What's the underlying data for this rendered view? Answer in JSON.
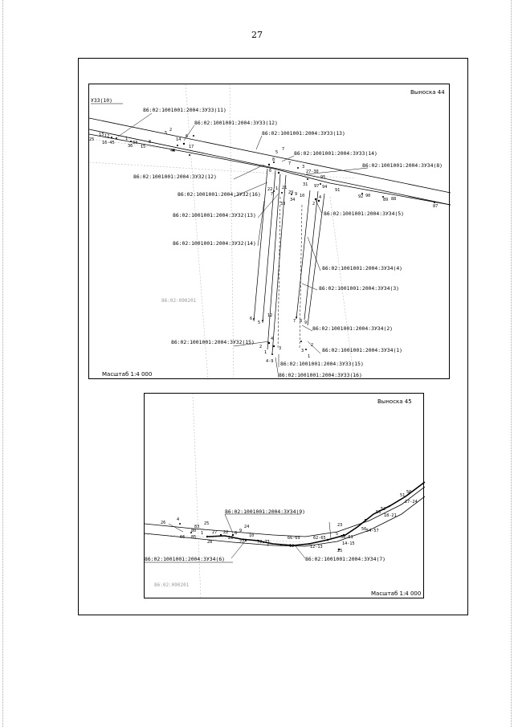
{
  "page_number": "27",
  "inset44": {
    "title": "Выноска 44",
    "scale": "Масштаб 1:4 000",
    "zone_label": "86:02:090201",
    "corner_label": "УЗЗ(10)",
    "parcels": [
      "86:02:1001001:2004:3У33(11)",
      "86:02:1001001:2004:3У33(12)",
      "86:02:1001001:2004:3У33(13)",
      "86:02:1001001:2004:3У33(14)",
      "86:02:1001001:2004:3У34(8)",
      "86:02:1001001:2004:3У32(12)",
      "86:02:1001001:2004:3У32(16)",
      "86:02:1001001:2004:3У32(13)",
      "86:02:1001001:2004:3У34(5)",
      "86:02:1001001:2004:3У32(14)",
      "86:02:1001001:2004:3У34(4)",
      "86:02:1001001:2004:3У34(3)",
      "86:02:1001001:2004:3У34(2)",
      "86:02:1001001:2004:3У32(15)",
      "86:02:1001001:2004:3У34(1)",
      "86:02:1001001:2004:3У33(15)",
      "86:02:1001001:2004:3У33(16)"
    ],
    "points": [
      "25",
      "13",
      "12",
      "16-45",
      "5",
      "1",
      "36",
      "33",
      "15",
      "8",
      "14",
      "17",
      "46",
      "4",
      "2",
      "3",
      "6",
      "7",
      "1",
      "5",
      "8",
      "5",
      "6",
      "10",
      "3",
      "27",
      "30",
      "31",
      "3",
      "95",
      "97",
      "94",
      "91",
      "92",
      "90",
      "89",
      "88",
      "87",
      "2",
      "3",
      "22",
      "1",
      "21",
      "7",
      "29",
      "33",
      "34",
      "9",
      "10",
      "35",
      "2",
      "5",
      "6",
      "7",
      "12",
      "12",
      "3",
      "2",
      "1",
      "4",
      "1",
      "7",
      "8",
      "9",
      "10",
      "6",
      "2",
      "3",
      "1",
      "2",
      "4",
      "5",
      "4-9"
    ]
  },
  "inset45": {
    "title": "Выноска 45",
    "scale": "Масштаб 1:4 000",
    "zone_label": "86:02:090201",
    "parcels": [
      "86:02:1001001:2004:3У34(9)",
      "86:02:1001001:2004:3У34(6)",
      "86:02:1001001:2004:3У34(7)"
    ],
    "points": [
      "26",
      "4",
      "66",
      "80",
      "83",
      "85",
      "25",
      "1",
      "27",
      "28",
      "22",
      "26",
      "8",
      "9",
      "24",
      "10",
      "66-69",
      "62-65",
      "12",
      "23",
      "53",
      "52",
      "51",
      "50",
      "27-24",
      "54-57",
      "56",
      "58",
      "50",
      "22",
      "28",
      "23",
      "20",
      "21",
      "18",
      "19",
      "14",
      "15",
      "70-73",
      "7",
      "13",
      "25"
    ]
  }
}
